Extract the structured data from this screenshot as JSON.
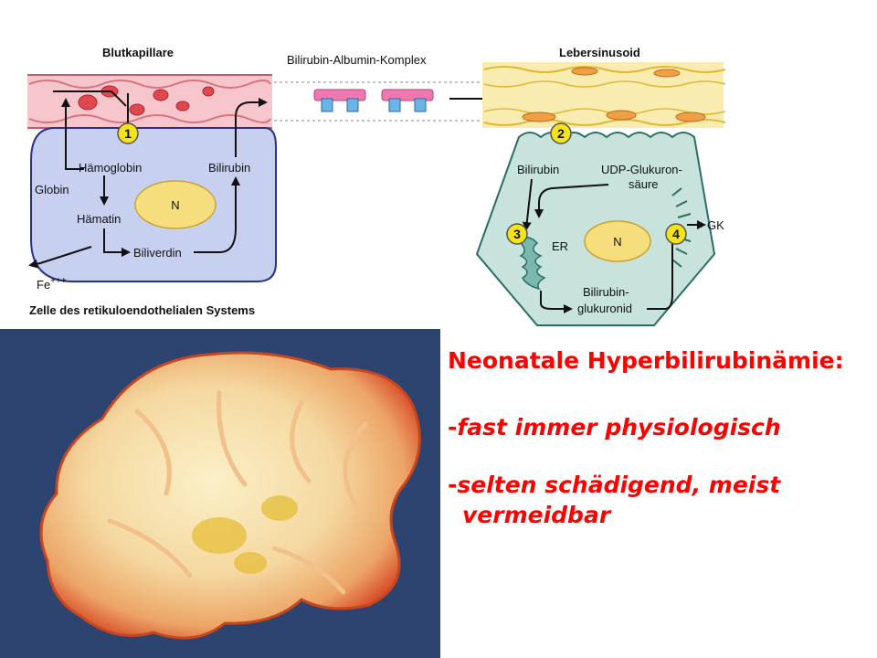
{
  "diagram": {
    "labels": {
      "blood_capillary": "Blutkapillare",
      "complex": "Bilirubin-Albumin-Komplex",
      "liver_sinusoid": "Lebersinusoid",
      "hemoglobin": "Hämoglobin",
      "globin": "Globin",
      "hematin": "Hämatin",
      "biliverdin": "Biliverdin",
      "bilirubin_left": "Bilirubin",
      "nucleus_left": "N",
      "iron": "Fe",
      "iron_charge": "+++",
      "res_cell": "Zelle des retikuloendothelialen Systems",
      "bilirubin_right": "Bilirubin",
      "udp_line1": "UDP-Glukuron-",
      "udp_line2": "säure",
      "er": "ER",
      "nucleus_right": "N",
      "gk": "GK",
      "glucuronide_line1": "Bilirubin-",
      "glucuronide_line2": "glukuronid"
    },
    "steps": [
      "1",
      "2",
      "3",
      "4"
    ],
    "colors": {
      "res_cell_fill": "#c8d0f0",
      "hepatocyte_fill": "#c8e2dc",
      "capillary_fill": "#f6c6cc",
      "sinusoid_fill": "#f8ecb0",
      "nucleus_fill": "#f6de7c",
      "step_badge": "#f4e21c",
      "albumin_pink": "#f078b0",
      "albumin_blue": "#6ab4e6"
    }
  },
  "photo": {
    "subject": "brain-section-photo",
    "colors": {
      "background": "#2e4470",
      "tissue": "#f4d8a0",
      "rim": "#d8502c"
    }
  },
  "text": {
    "headline": "Neonatale Hyperbilirubinämie:",
    "bullets": [
      {
        "dash": "-",
        "lines": [
          "fast immer physiologisch"
        ]
      },
      {
        "dash": "-",
        "lines": [
          "selten schädigend, meist",
          "vermeidbar"
        ]
      }
    ]
  }
}
